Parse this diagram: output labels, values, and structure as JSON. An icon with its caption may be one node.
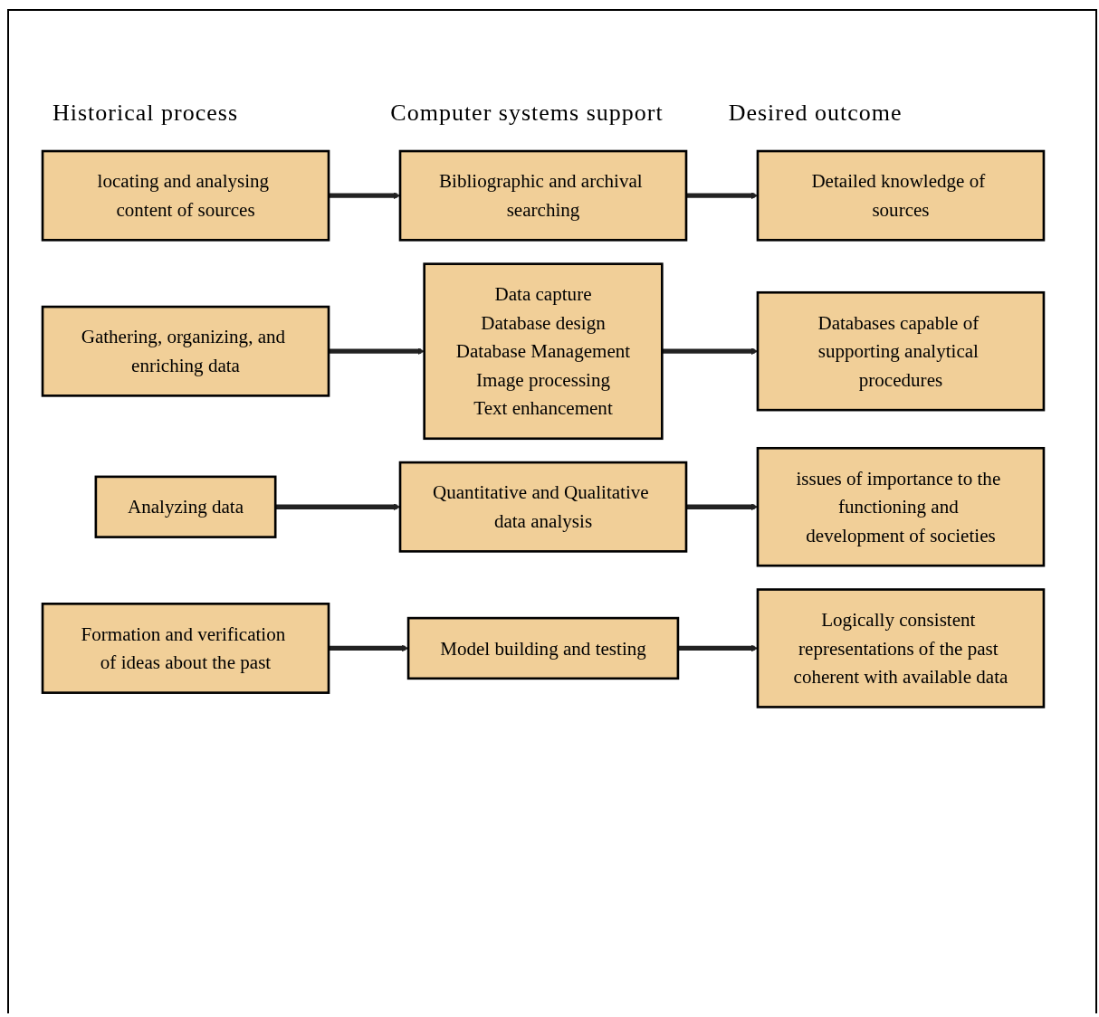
{
  "diagram": {
    "nodes": [
      {
        "text": [
          "locating and analysing content of sources"
        ]
      },
      {
        "text": [
          "Bibliographic and archival searching"
        ]
      },
      {
        "text": [
          "Detailed knowledge of sources"
        ]
      },
      {
        "text": [
          "Gathering, organizing, and enriching data"
        ]
      },
      {
        "text": [
          "Data capture",
          "Database design",
          "Database Management",
          "Image processing",
          "Text enhancement"
        ]
      },
      {
        "text": [
          "Databases capable of supporting analytical procedures"
        ]
      },
      {
        "text": [
          "Analyzing data"
        ]
      },
      {
        "text": [
          "Quantitative and Qualitative data analysis"
        ]
      },
      {
        "text": [
          "issues of importance to the functioning and development of societies"
        ]
      },
      {
        "text": [
          "Formation and verification of ideas about the past"
        ]
      },
      {
        "text": [
          "Model building and testing"
        ]
      },
      {
        "text": [
          "Logically consistent representations of the past coherent with available data"
        ]
      }
    ],
    "edges": [
      {
        "from": 0,
        "to": 1,
        "arrow": "to"
      },
      {
        "from": 1,
        "to": 2,
        "arrow": "to"
      },
      {
        "from": 3,
        "to": 4,
        "arrow": "to"
      },
      {
        "from": 4,
        "to": 5,
        "arrow": "to"
      },
      {
        "from": 6,
        "to": 7,
        "arrow": "to"
      },
      {
        "from": 7,
        "to": 8,
        "arrow": "to"
      },
      {
        "from": 9,
        "to": 10,
        "arrow": "to"
      },
      {
        "from": 10,
        "to": 11,
        "arrow": "to"
      }
    ],
    "labels": [
      "Historical process",
      "Computer systems support",
      "Desired outcome"
    ]
  }
}
